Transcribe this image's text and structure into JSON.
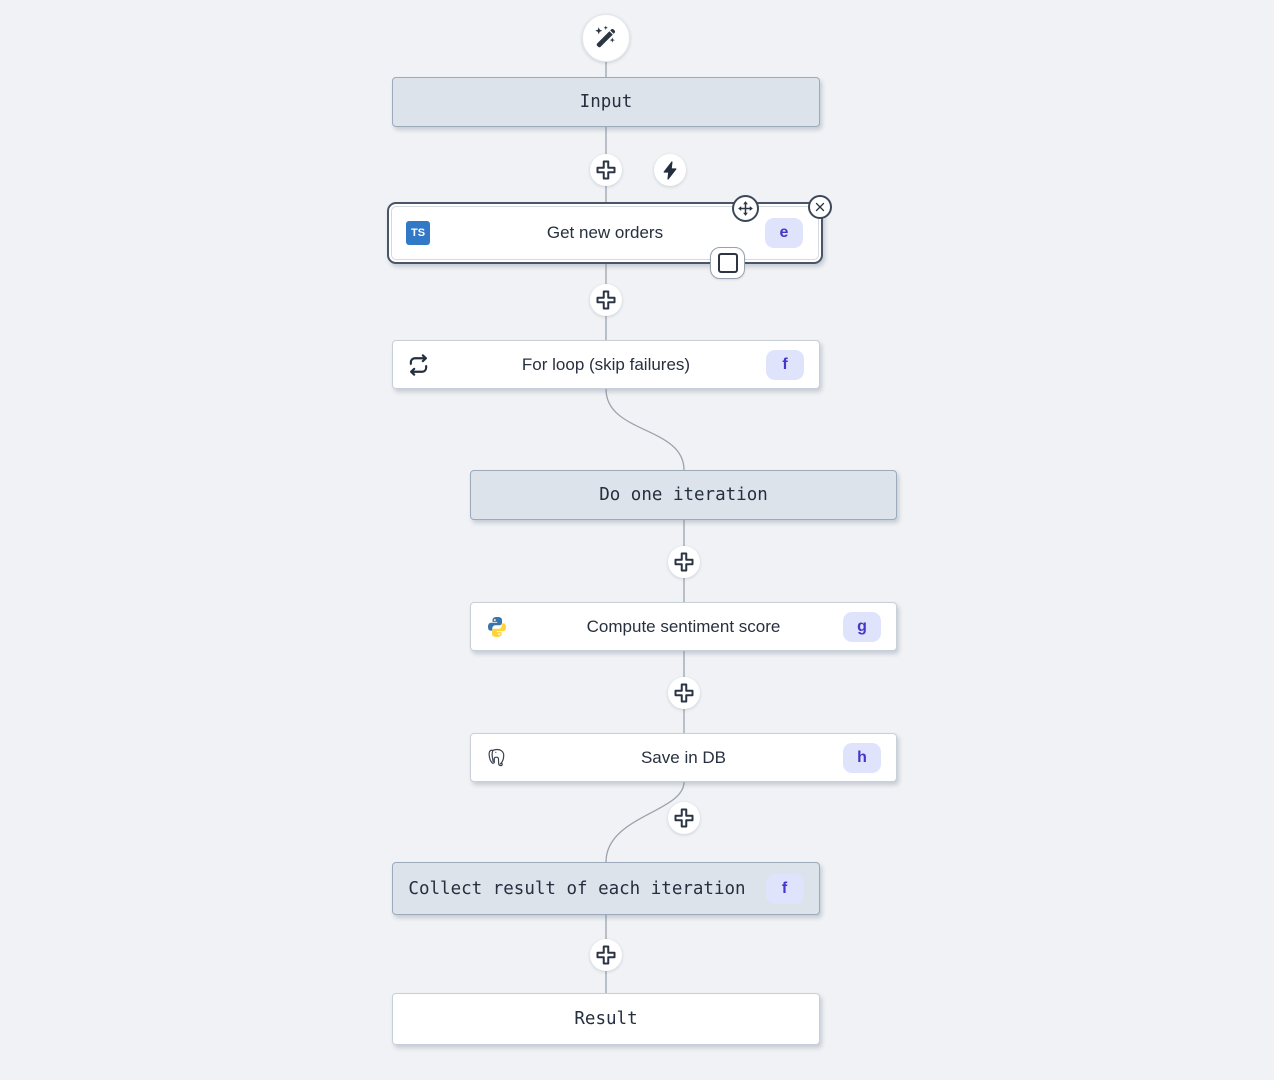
{
  "flow": {
    "ai_button": {
      "icon": "wand-sparkles-icon"
    },
    "trigger_button": {
      "icon": "lightning-icon"
    },
    "add_step_button": {
      "icon": "plus-icon"
    },
    "nodes": [
      {
        "id": "input",
        "label": "Input",
        "kind": "virtual"
      },
      {
        "id": "get_new_orders",
        "label": "Get new orders",
        "badge": "e",
        "icon": "typescript-icon",
        "selected": true
      },
      {
        "id": "for_loop",
        "label": "For loop (skip failures)",
        "badge": "f",
        "icon": "loop-icon"
      },
      {
        "id": "do_one_iteration",
        "label": "Do one iteration",
        "kind": "virtual"
      },
      {
        "id": "compute_sentiment_score",
        "label": "Compute sentiment score",
        "badge": "g",
        "icon": "python-icon"
      },
      {
        "id": "save_in_db",
        "label": "Save in DB",
        "badge": "h",
        "icon": "postgresql-icon"
      },
      {
        "id": "collect_result",
        "label": "Collect result of each iteration",
        "badge": "f",
        "kind": "virtual"
      },
      {
        "id": "result",
        "label": "Result",
        "kind": "virtual"
      }
    ],
    "selected_node_controls": [
      "move",
      "delete",
      "expand"
    ],
    "colors": {
      "badge_bg": "#dfe3fb",
      "badge_text": "#4338ca",
      "typescript_blue": "#3178c6",
      "python_blue": "#3776ab",
      "python_yellow": "#ffd43b",
      "virtual_node_bg": "#dde3eb",
      "canvas_bg": "#f0f2f5"
    },
    "ts_icon_text": "TS"
  }
}
